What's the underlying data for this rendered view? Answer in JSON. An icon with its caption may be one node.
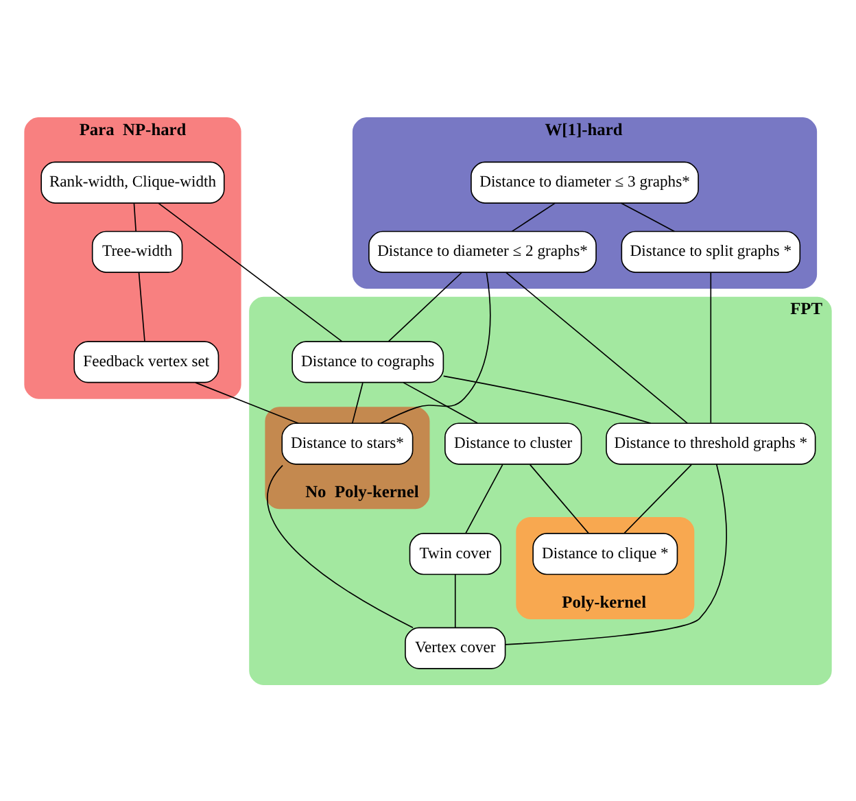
{
  "diagram": {
    "nodes": [
      {
        "text": [
          "Para  NP-hard"
        ]
      },
      {
        "text": [
          "Rank-width, Clique-width"
        ],
        "in": 0
      },
      {
        "text": [
          "Tree-width"
        ],
        "in": 0
      },
      {
        "text": [
          "Feedback vertex set"
        ],
        "in": 0
      },
      {
        "text": [
          "W[1]-hard"
        ]
      },
      {
        "text": [
          "Distance to diameter ≤ 3 graphs*"
        ],
        "in": 4
      },
      {
        "text": [
          "Distance to split graphs *"
        ],
        "in": 4
      },
      {
        "text": [
          "Distance to diameter ≤ 2 graphs*"
        ],
        "in": 4
      },
      {
        "text": [
          "FPT"
        ]
      },
      {
        "text": [
          "Distance to cographs"
        ],
        "in": 8
      },
      {
        "text": [
          "No  Poly-kernel"
        ],
        "in": 8
      },
      {
        "text": [
          "Distance to stars*"
        ],
        "in": 10
      },
      {
        "text": [
          "Distance to cluster"
        ],
        "in": 8
      },
      {
        "text": [
          "Twin cover"
        ],
        "in": 8
      },
      {
        "text": [
          "Distance to threshold graphs *"
        ],
        "in": 8
      },
      {
        "text": [
          "Vertex cover"
        ],
        "in": 8
      },
      {
        "text": [
          "Poly-kernel"
        ],
        "in": 8
      },
      {
        "text": [
          "Distance to clique *"
        ],
        "in": 16
      }
    ],
    "edges": [
      {
        "from": 1,
        "to": 2,
        "arrow": "none"
      },
      {
        "from": 2,
        "to": 3,
        "arrow": "none"
      },
      {
        "from": 1,
        "to": 9,
        "arrow": "none"
      },
      {
        "from": 3,
        "to": 11,
        "arrow": "none"
      },
      {
        "from": 5,
        "to": 7,
        "arrow": "none"
      },
      {
        "from": 5,
        "to": 6,
        "arrow": "none"
      },
      {
        "from": 7,
        "to": 9,
        "arrow": "none"
      },
      {
        "from": 7,
        "to": 11,
        "arrow": "none"
      },
      {
        "from": 7,
        "to": 14,
        "arrow": "none"
      },
      {
        "from": 6,
        "to": 14,
        "arrow": "none"
      },
      {
        "from": 9,
        "to": 11,
        "arrow": "none"
      },
      {
        "from": 9,
        "to": 12,
        "arrow": "none"
      },
      {
        "from": 9,
        "to": 14,
        "arrow": "none"
      },
      {
        "from": 12,
        "to": 13,
        "arrow": "none"
      },
      {
        "from": 12,
        "to": 17,
        "arrow": "none"
      },
      {
        "from": 13,
        "to": 15,
        "arrow": "none"
      },
      {
        "from": 11,
        "to": 15,
        "arrow": "none"
      },
      {
        "from": 14,
        "to": 15,
        "arrow": "none"
      },
      {
        "from": 14,
        "to": 17,
        "arrow": "none"
      }
    ]
  }
}
